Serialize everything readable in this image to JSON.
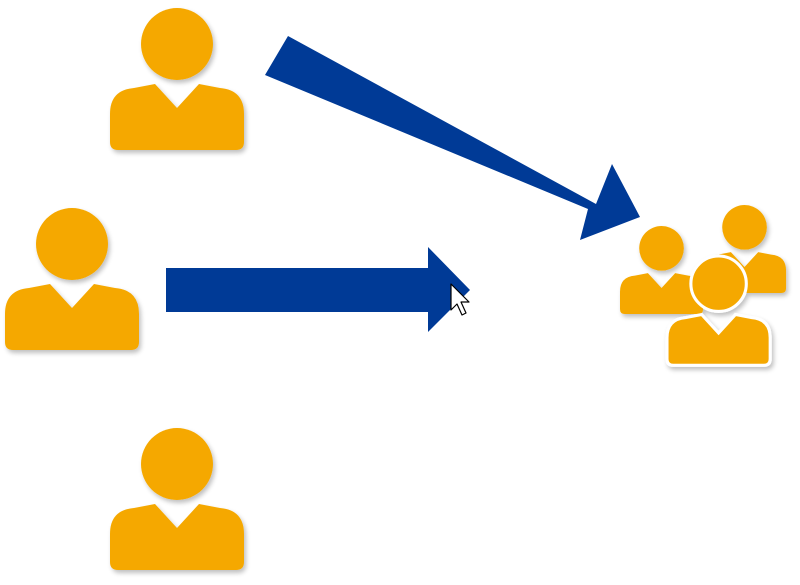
{
  "colors": {
    "person": "#F5A800",
    "arrow": "#003A96",
    "background": "#FFFFFF",
    "cursor_fill": "#FFFFFF",
    "cursor_stroke": "#000000"
  },
  "elements": {
    "persons": [
      {
        "name": "person-icon-top",
        "icon": "user-icon"
      },
      {
        "name": "person-icon-middle",
        "icon": "user-icon"
      },
      {
        "name": "person-icon-bottom",
        "icon": "user-icon"
      }
    ],
    "group": {
      "name": "group-icon",
      "icon": "users-group-icon"
    },
    "arrows": [
      {
        "name": "arrow-diagonal",
        "direction": "down-right"
      },
      {
        "name": "arrow-horizontal",
        "direction": "right"
      }
    ],
    "cursor": {
      "name": "mouse-cursor-icon",
      "icon": "pointer-arrow-icon"
    }
  }
}
